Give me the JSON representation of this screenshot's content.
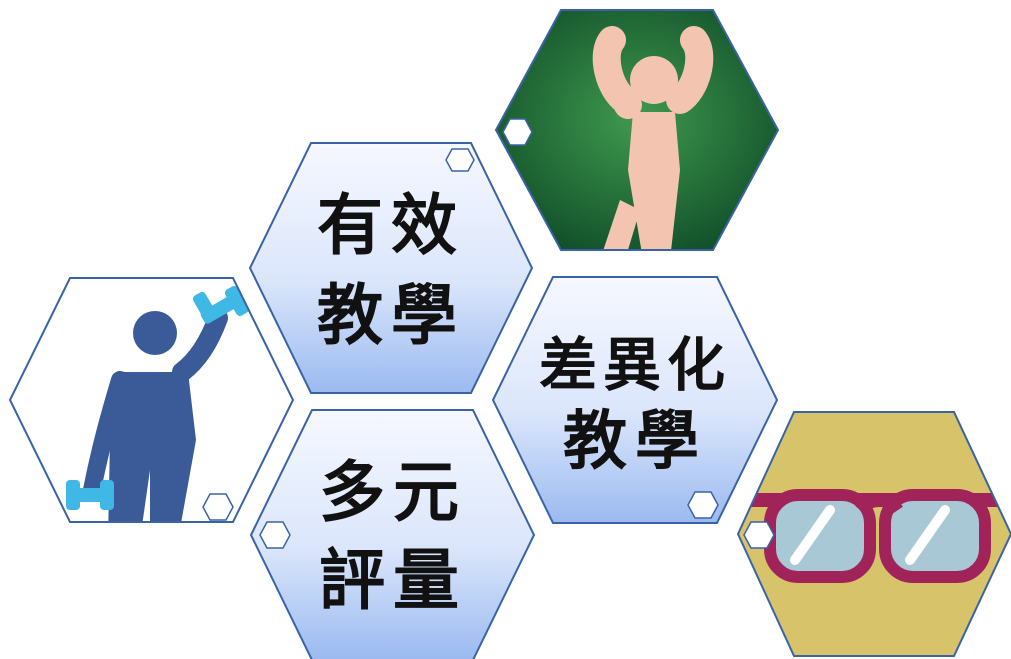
{
  "hexagons": {
    "effective_teaching": {
      "line1": "有效",
      "line2": "教學"
    },
    "differentiated_teaching": {
      "line1": "差異化",
      "line2": "教學"
    },
    "diverse_assessment": {
      "line1": "多元",
      "line2": "評量"
    }
  },
  "pictograms": [
    "stretching-person-icon",
    "dumbbell-person-icon",
    "glasses-icon"
  ],
  "colors": {
    "hex_border": "#3a63a6",
    "hex_fill_top": "#f4f7ff",
    "hex_fill_bottom": "#9fbdf2",
    "green_tile": "#1f6a33",
    "yellow_tile": "#d7c36a",
    "figure_blue": "#3a5a98",
    "dumbbell_cyan": "#3fb8e6",
    "glasses_frame": "#a0245a"
  }
}
